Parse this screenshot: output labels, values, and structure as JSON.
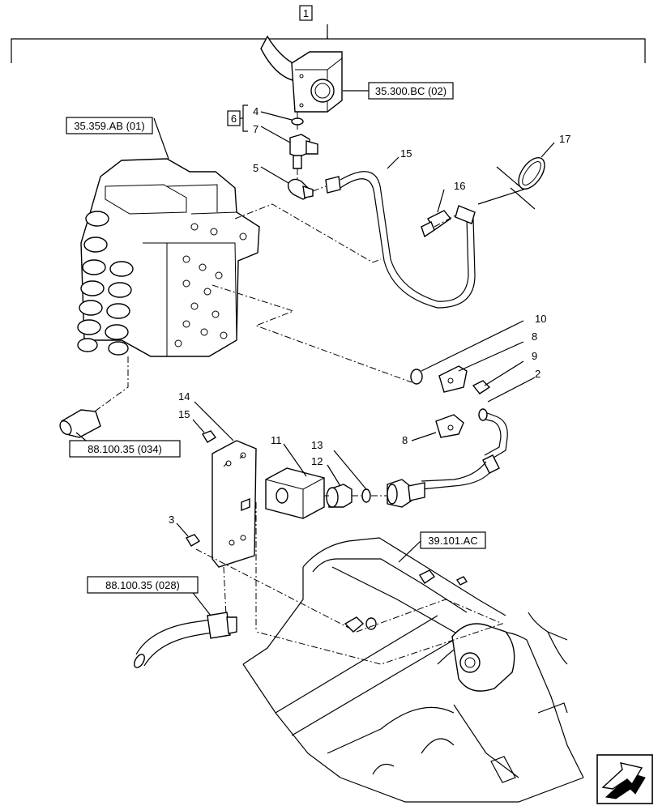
{
  "assembly_ref": "1",
  "group_ref": "6",
  "references": {
    "flange": "35.300.BC (02)",
    "control_valve": "35.359.AB (01)",
    "fitting_034": "88.100.35 (034)",
    "hose_028": "88.100.35 (028)",
    "boom": "39.101.AC"
  },
  "callouts": {
    "c2": "2",
    "c3": "3",
    "c4": "4",
    "c5": "5",
    "c7": "7",
    "c8a": "8",
    "c8b": "8",
    "c9": "9",
    "c10": "10",
    "c11": "11",
    "c12": "12",
    "c13": "13",
    "c14": "14",
    "c15a": "15",
    "c15b": "15",
    "c16": "16",
    "c17": "17"
  },
  "icons": {
    "nav": "next-page-arrow-icon"
  }
}
